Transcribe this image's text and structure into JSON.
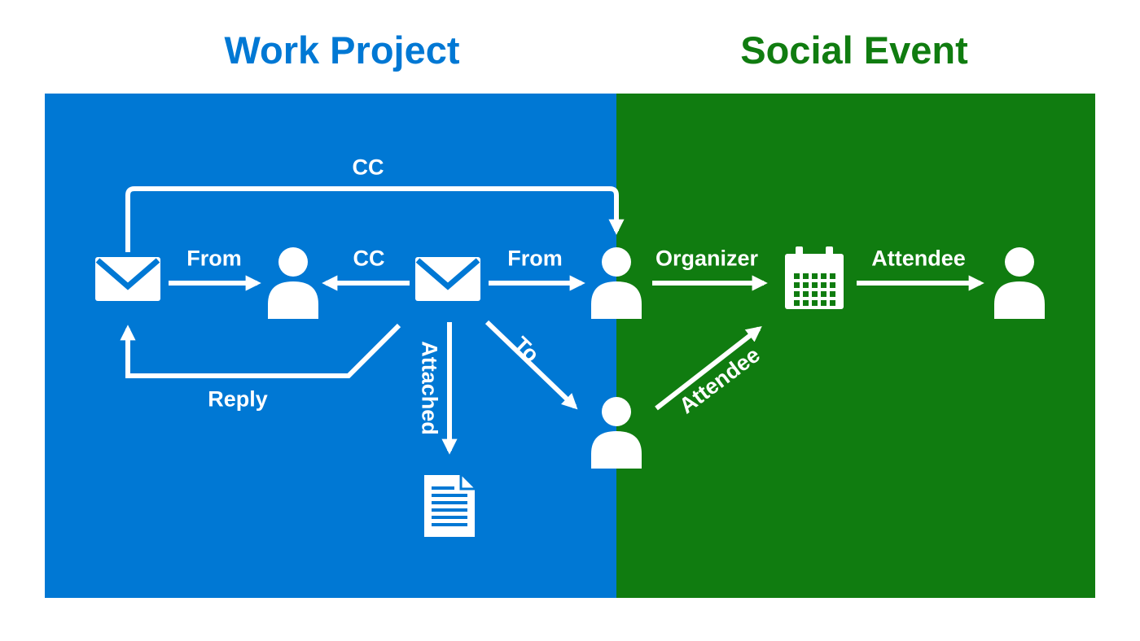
{
  "titles": {
    "work": "Work Project",
    "social": "Social Event"
  },
  "colors": {
    "blue": "#0078D4",
    "green": "#107C10",
    "white": "#FFFFFF"
  },
  "labels": {
    "cc_top": "CC",
    "from_left": "From",
    "cc_mid": "CC",
    "from_mid": "From",
    "reply": "Reply",
    "attached": "Attached",
    "to": "To",
    "organizer": "Organizer",
    "attendee_diagonal": "Attendee",
    "attendee_right": "Attendee"
  },
  "diagram": {
    "nodes": [
      {
        "id": "email-1",
        "type": "email-icon",
        "region": "work"
      },
      {
        "id": "person-1",
        "type": "person-icon",
        "region": "work"
      },
      {
        "id": "email-2",
        "type": "email-icon",
        "region": "work"
      },
      {
        "id": "person-2",
        "type": "person-icon",
        "region": "boundary"
      },
      {
        "id": "person-3",
        "type": "person-icon",
        "region": "boundary"
      },
      {
        "id": "document-1",
        "type": "document-icon",
        "region": "work"
      },
      {
        "id": "calendar-1",
        "type": "calendar-icon",
        "region": "social"
      },
      {
        "id": "person-4",
        "type": "person-icon",
        "region": "social"
      }
    ],
    "edges": [
      {
        "from": "email-1",
        "to": "person-1",
        "label": "From"
      },
      {
        "from": "email-1",
        "to": "person-2",
        "label": "CC"
      },
      {
        "from": "email-2",
        "to": "person-1",
        "label": "CC"
      },
      {
        "from": "email-2",
        "to": "person-2",
        "label": "From"
      },
      {
        "from": "email-2",
        "to": "email-1",
        "label": "Reply"
      },
      {
        "from": "email-2",
        "to": "document-1",
        "label": "Attached"
      },
      {
        "from": "email-2",
        "to": "person-3",
        "label": "To"
      },
      {
        "from": "person-2",
        "to": "calendar-1",
        "label": "Organizer"
      },
      {
        "from": "person-3",
        "to": "calendar-1",
        "label": "Attendee"
      },
      {
        "from": "calendar-1",
        "to": "person-4",
        "label": "Attendee"
      }
    ]
  }
}
